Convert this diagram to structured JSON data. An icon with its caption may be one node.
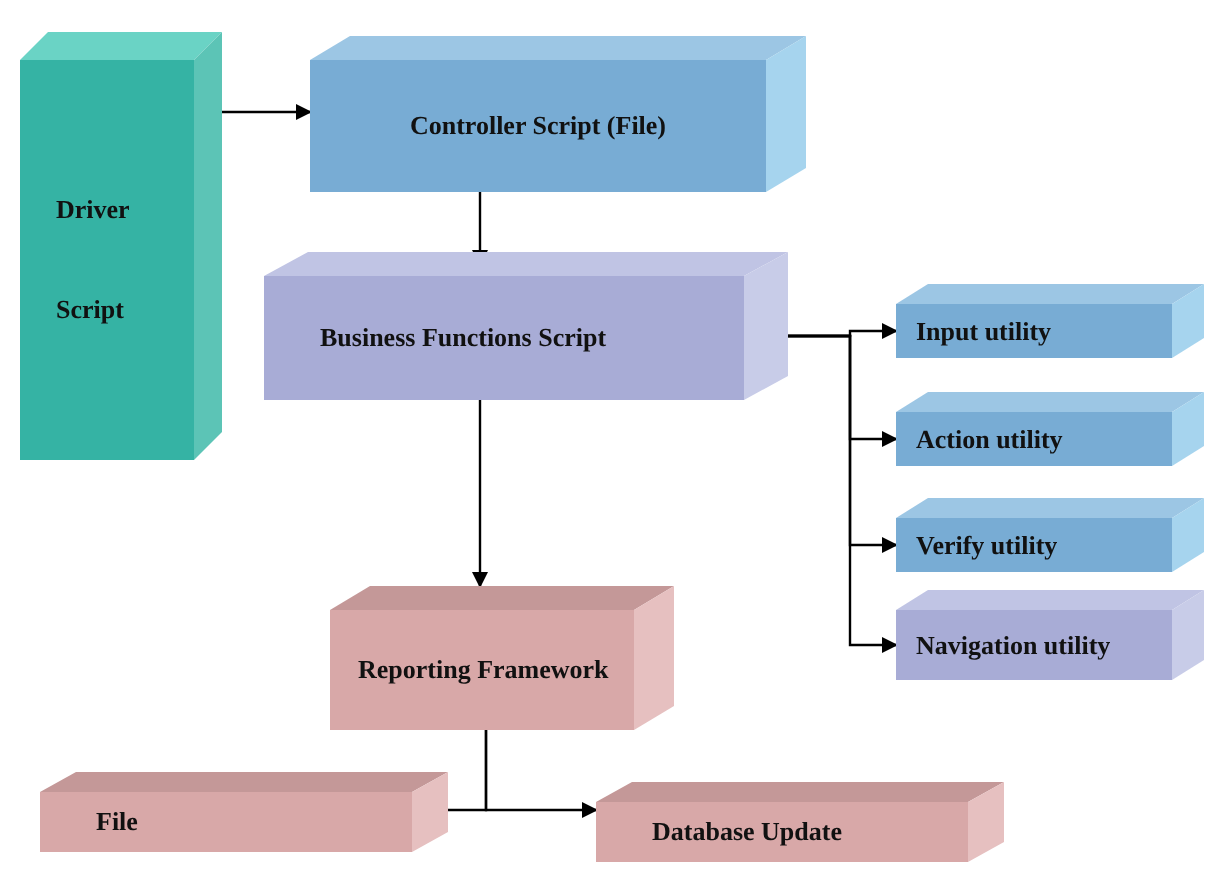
{
  "diagram": {
    "nodes": [
      {
        "text": [
          "Driver Script"
        ]
      },
      {
        "text": [
          "Controller Script (File)"
        ]
      },
      {
        "text": [
          "Business Functions Script"
        ]
      },
      {
        "text": [
          "Input utility"
        ]
      },
      {
        "text": [
          "Action utility"
        ]
      },
      {
        "text": [
          "Verify utility"
        ]
      },
      {
        "text": [
          "Navigation utility"
        ]
      },
      {
        "text": [
          "Reporting Framework"
        ]
      },
      {
        "text": [
          "File"
        ]
      },
      {
        "text": [
          "Database Update"
        ]
      }
    ],
    "edges": [
      {
        "from": 0,
        "to": 1,
        "arrow": "to"
      },
      {
        "from": 1,
        "to": 2,
        "arrow": "to"
      },
      {
        "from": 2,
        "to": 3,
        "arrow": "to"
      },
      {
        "from": 2,
        "to": 4,
        "arrow": "to"
      },
      {
        "from": 2,
        "to": 5,
        "arrow": "to"
      },
      {
        "from": 2,
        "to": 6,
        "arrow": "to"
      },
      {
        "from": 2,
        "to": 7,
        "arrow": "to"
      },
      {
        "from": 7,
        "to": 8,
        "arrow": "to"
      },
      {
        "from": 7,
        "to": 9,
        "arrow": "to"
      }
    ]
  }
}
